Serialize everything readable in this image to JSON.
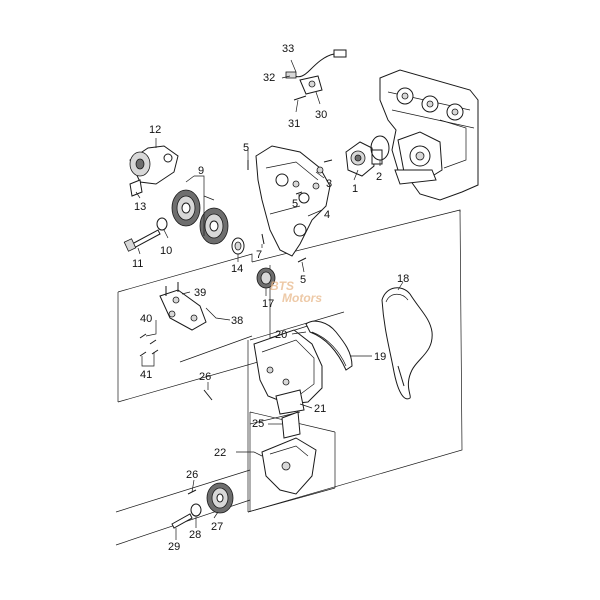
{
  "diagram": {
    "callouts": [
      {
        "id": "1",
        "label": "1"
      },
      {
        "id": "2",
        "label": "2"
      },
      {
        "id": "3",
        "label": "3"
      },
      {
        "id": "4",
        "label": "4"
      },
      {
        "id": "5a",
        "label": "5"
      },
      {
        "id": "5b",
        "label": "5"
      },
      {
        "id": "5c",
        "label": "5"
      },
      {
        "id": "7",
        "label": "7"
      },
      {
        "id": "9",
        "label": "9"
      },
      {
        "id": "10",
        "label": "10"
      },
      {
        "id": "11",
        "label": "11"
      },
      {
        "id": "12",
        "label": "12"
      },
      {
        "id": "13",
        "label": "13"
      },
      {
        "id": "14",
        "label": "14"
      },
      {
        "id": "17",
        "label": "17"
      },
      {
        "id": "18",
        "label": "18"
      },
      {
        "id": "19",
        "label": "19"
      },
      {
        "id": "20",
        "label": "20"
      },
      {
        "id": "21",
        "label": "21"
      },
      {
        "id": "22",
        "label": "22"
      },
      {
        "id": "25",
        "label": "25"
      },
      {
        "id": "26a",
        "label": "26"
      },
      {
        "id": "26b",
        "label": "26"
      },
      {
        "id": "27",
        "label": "27"
      },
      {
        "id": "28",
        "label": "28"
      },
      {
        "id": "29",
        "label": "29"
      },
      {
        "id": "30",
        "label": "30"
      },
      {
        "id": "31",
        "label": "31"
      },
      {
        "id": "32",
        "label": "32"
      },
      {
        "id": "33",
        "label": "33"
      },
      {
        "id": "38",
        "label": "38"
      },
      {
        "id": "39",
        "label": "39"
      },
      {
        "id": "40",
        "label": "40"
      },
      {
        "id": "41",
        "label": "41"
      }
    ],
    "watermark": {
      "line1": "BTS",
      "line2": "Motors"
    }
  }
}
